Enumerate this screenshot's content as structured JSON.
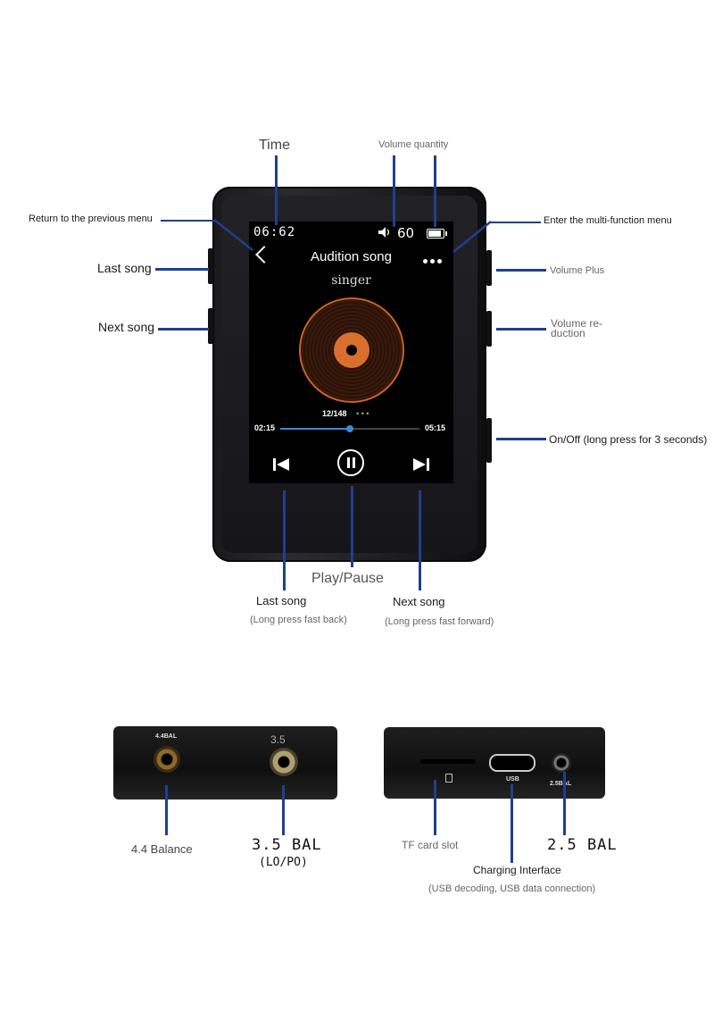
{
  "device": {
    "status_bar": {
      "time": "06:62",
      "volume": "60"
    },
    "now_playing": {
      "title": "Audition song",
      "singer": "singer",
      "track_index": "12/148",
      "elapsed": "02:15",
      "total": "05:15",
      "progress": 0.5
    }
  },
  "labels": {
    "time": "Time",
    "volume_quantity": "Volume quantity",
    "return_menu": "Return to the previous menu",
    "enter_menu": "Enter the multi-function menu",
    "last_song_side": "Last song",
    "next_song_side": "Next song",
    "volume_plus": "Volume Plus",
    "volume_reduction_1": "Volume re-",
    "volume_reduction_2": "duction",
    "on_off": "On/Off (long press for 3 seconds)",
    "play_pause": "Play/Pause",
    "last_song_bottom": "Last song",
    "last_song_sub": "(Long press fast back)",
    "next_song_bottom": "Next song",
    "next_song_sub": "(Long press fast forward)"
  },
  "ports": {
    "left_panel": {
      "print_44": "4.4BAL",
      "print_35": "3.5",
      "label_44": "4.4 Balance",
      "label_35": "3.5 BAL",
      "label_35_sub": "(LO/PO)"
    },
    "right_panel": {
      "print_usb": "USB",
      "print_25": "2.5BAL",
      "label_tf": "TF card slot",
      "label_charging": "Charging Interface",
      "label_charging_sub": "(USB decoding, USB data connection)",
      "label_25": "2.5 BAL"
    }
  },
  "colors": {
    "leader_line": "#1f3f8f",
    "accent_orange": "#d86f2d",
    "progress_blue": "#3b8bd6"
  }
}
